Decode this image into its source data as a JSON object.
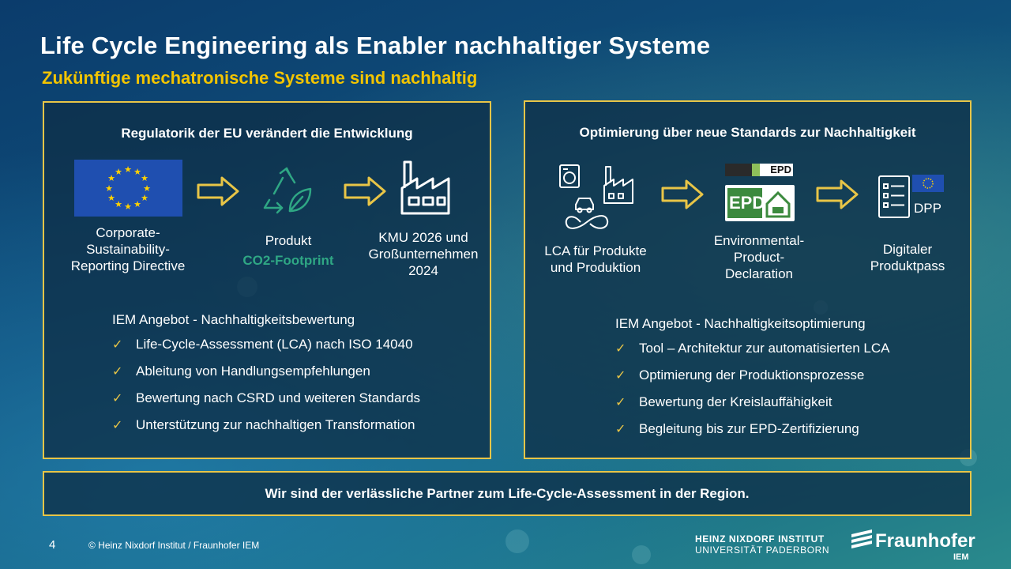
{
  "slide": {
    "title": "Life Cycle Engineering als Enabler nachhaltiger Systeme",
    "subtitle": "Zukünftige mechatronische Systeme sind nachhaltig"
  },
  "left_panel": {
    "heading": "Regulatorik der EU verändert die Entwicklung",
    "flow": [
      {
        "icon": "eu-flag-icon",
        "label": "Corporate-\nSustainability-\nReporting Directive"
      },
      {
        "icon": "recycle-leaf-icon",
        "label": "Produkt",
        "highlight": "CO2-Footprint"
      },
      {
        "icon": "factory-icon",
        "label": "KMU 2026 und\nGroßunternehmen\n2024"
      }
    ],
    "offer_title": "IEM Angebot - Nachhaltigkeitsbewertung",
    "offer_items": [
      "Life-Cycle-Assessment (LCA) nach ISO 14040",
      "Ableitung von Handlungsempfehlungen",
      "Bewertung nach CSRD und weiteren Standards",
      "Unterstützung zur nachhaltigen Transformation"
    ]
  },
  "right_panel": {
    "heading": "Optimierung über neue Standards zur Nachhaltigkeit",
    "flow": [
      {
        "icon": "lca-lifecycle-icon",
        "label": "LCA für Produkte\nund Produktion"
      },
      {
        "icon": "epd-logo-icon",
        "label": "Environmental-\nProduct-\nDeclaration",
        "logo_text": "EPD"
      },
      {
        "icon": "checklist-eu-icon",
        "label": "Digitaler\nProduktpass",
        "badge": "DPP"
      }
    ],
    "offer_title": "IEM Angebot - Nachhaltigkeitsoptimierung",
    "offer_items": [
      "Tool – Architektur zur automatisierten LCA",
      "Optimierung der Produktionsprozesse",
      "Bewertung der Kreislauffähigkeit",
      "Begleitung bis zur EPD-Zertifizierung"
    ]
  },
  "banner": "Wir sind der verlässliche Partner zum Life-Cycle-Assessment in der Region.",
  "footer": {
    "page_number": "4",
    "copyright": "© Heinz Nixdorf Institut / Fraunhofer IEM",
    "hni_line1": "HEINZ NIXDORF INSTITUT",
    "hni_line2": "UNIVERSITÄT PADERBORN",
    "fraunhofer": "Fraunhofer",
    "fraunhofer_unit": "IEM"
  },
  "colors": {
    "accent_yellow": "#e8c547",
    "subtitle_yellow": "#f2c400",
    "co2_green": "#2fa784",
    "eu_blue": "#1f4fb0"
  }
}
